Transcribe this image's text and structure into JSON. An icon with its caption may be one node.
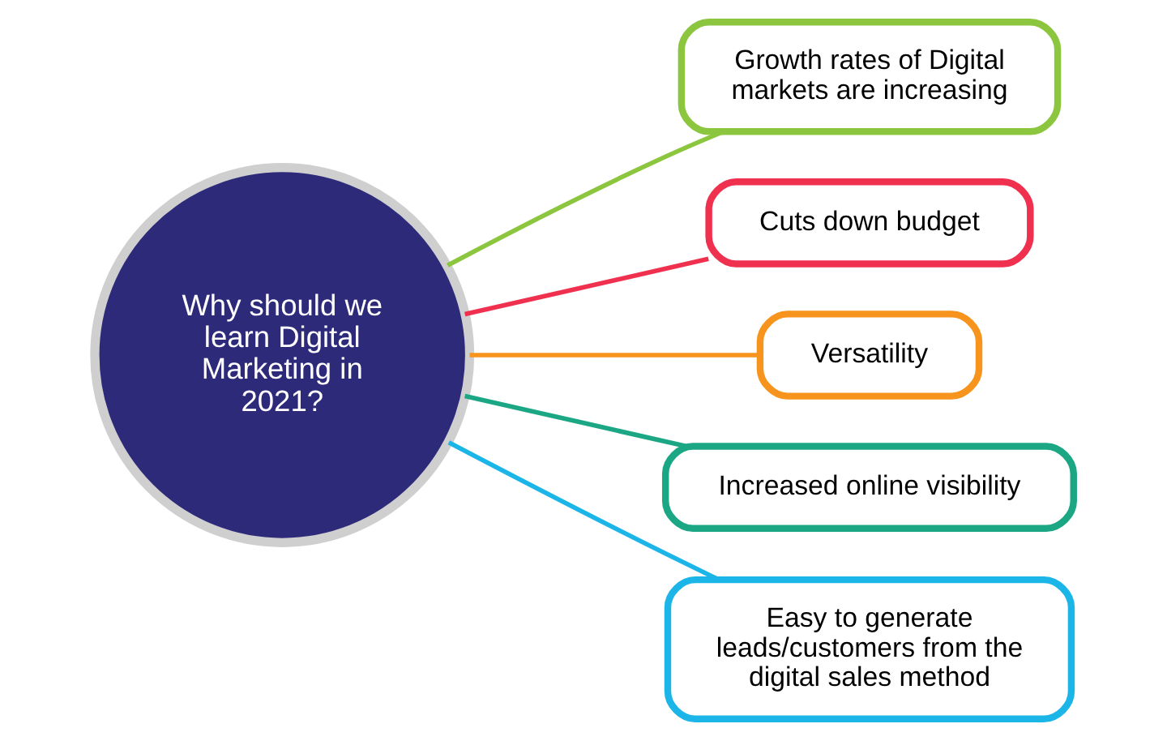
{
  "diagram": {
    "nodes": [
      {
        "text": [
          "Why should we learn Digital Marketing in 2021?"
        ]
      },
      {
        "text": [
          "Growth rates of Digital markets are increasing"
        ]
      },
      {
        "text": [
          "Cuts down budget"
        ]
      },
      {
        "text": [
          "Versatility"
        ]
      },
      {
        "text": [
          "Increased online visibility"
        ]
      },
      {
        "text": [
          "Easy to generate leads/customers from the digital sales method"
        ]
      }
    ],
    "edges": [
      {
        "from": 0,
        "to": 1,
        "arrow": "none",
        "color": "#8cc63f"
      },
      {
        "from": 0,
        "to": 2,
        "arrow": "none",
        "color": "#f0304f"
      },
      {
        "from": 0,
        "to": 3,
        "arrow": "none",
        "color": "#f7941d"
      },
      {
        "from": 0,
        "to": 4,
        "arrow": "none",
        "color": "#1ba784"
      },
      {
        "from": 0,
        "to": 5,
        "arrow": "none",
        "color": "#1cb5e8"
      }
    ]
  }
}
